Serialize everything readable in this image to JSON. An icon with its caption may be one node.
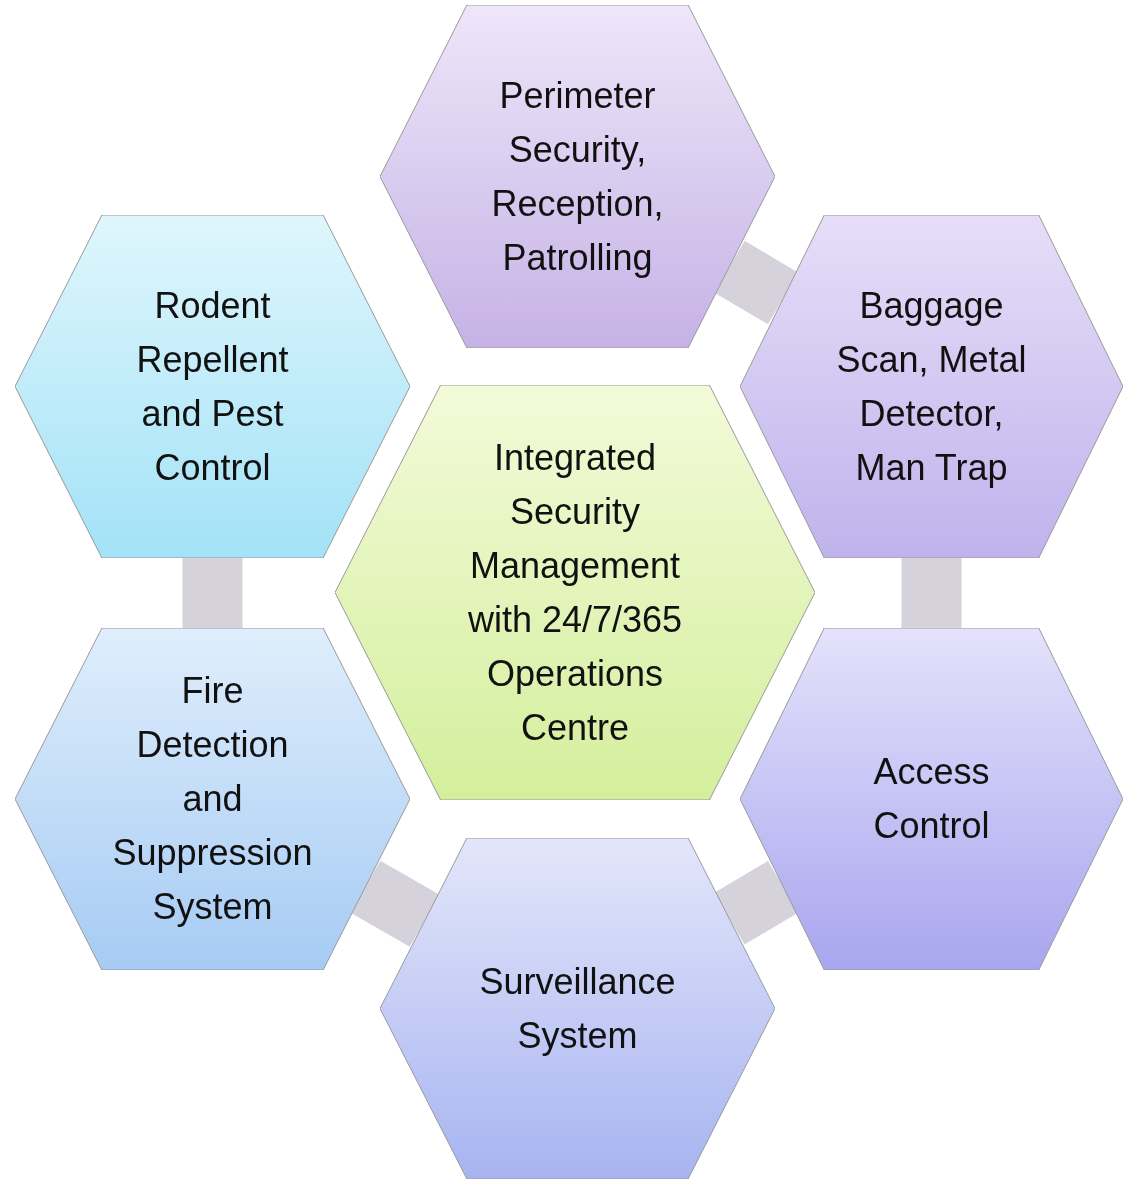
{
  "diagram": {
    "nodes": [
      {
        "text": [
          "Perimeter Security, Reception, Patrolling"
        ]
      },
      {
        "text": [
          "Rodent Repellent and Pest Control"
        ]
      },
      {
        "text": [
          "Baggage Scan, Metal Detector, Man Trap"
        ]
      },
      {
        "text": [
          "Integrated Security Management with 24/7/365 Operations Centre"
        ]
      },
      {
        "text": [
          "Fire Detection and Suppression System"
        ]
      },
      {
        "text": [
          "Access Control"
        ]
      },
      {
        "text": [
          "Surveillance System"
        ]
      }
    ],
    "edges": [
      {
        "from": 0,
        "to": 2,
        "arrow": "none"
      },
      {
        "from": 2,
        "to": 5,
        "arrow": "none"
      },
      {
        "from": 5,
        "to": 6,
        "arrow": "none"
      },
      {
        "from": 6,
        "to": 4,
        "arrow": "none"
      },
      {
        "from": 4,
        "to": 1,
        "arrow": "none"
      }
    ]
  }
}
